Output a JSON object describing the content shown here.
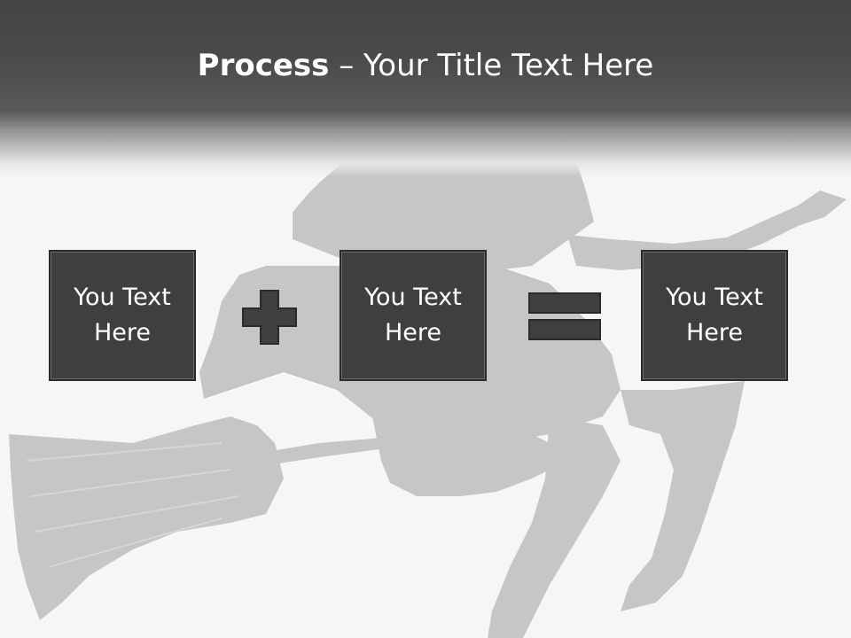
{
  "slide": {
    "title_bold": "Process",
    "title_separator": " – ",
    "title_rest": "Your Title Text Here"
  },
  "boxes": [
    {
      "text": "You Text Here"
    },
    {
      "text": "You Text Here"
    },
    {
      "text": "You Text Here"
    }
  ],
  "operators": [
    "plus",
    "equals"
  ],
  "colors": {
    "title_band": "#444444",
    "background": "#f6f6f6",
    "box_fill": "#3f3f3f",
    "box_border": "#2a2a2a",
    "silhouette": "#c6c6c6",
    "text": "#ffffff"
  }
}
